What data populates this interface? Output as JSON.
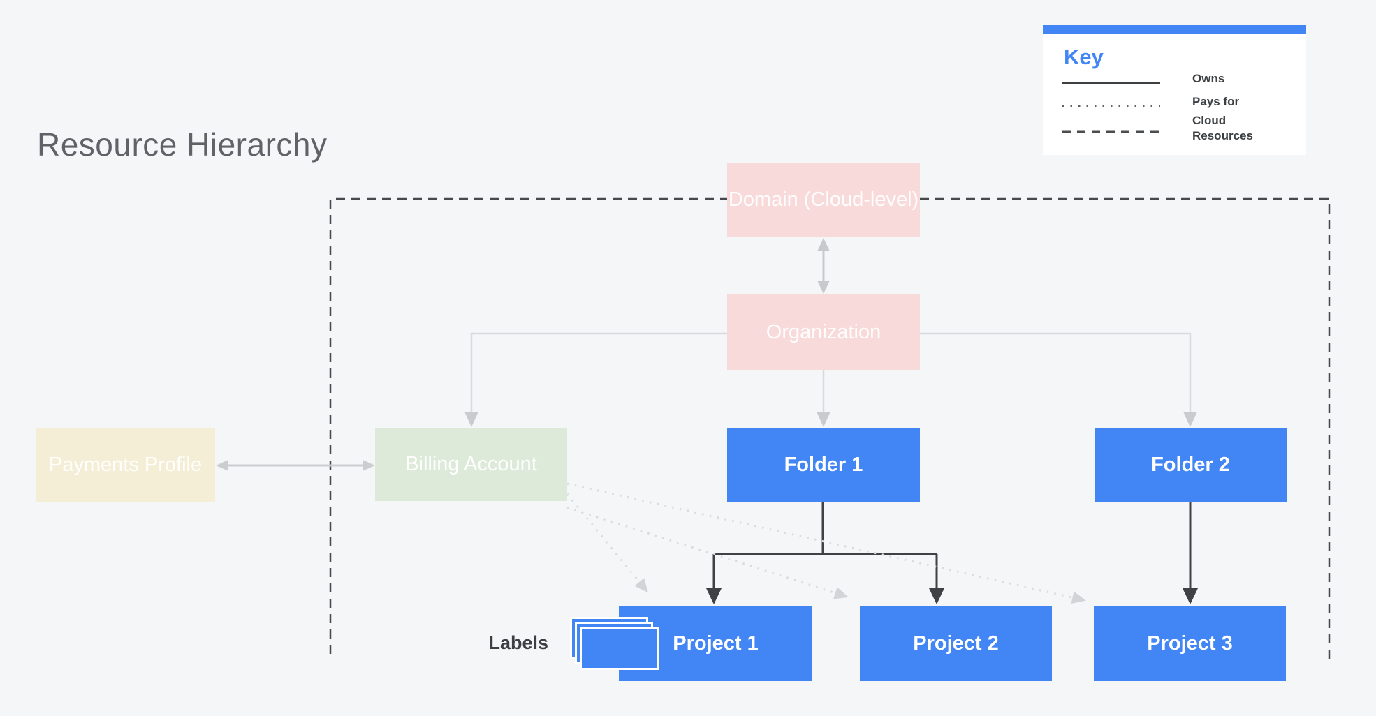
{
  "title": "Resource Hierarchy",
  "key": {
    "heading": "Key",
    "items": [
      {
        "line_style": "solid",
        "label": "Owns"
      },
      {
        "line_style": "dotted",
        "label": "Pays for"
      },
      {
        "line_style": "dashed",
        "label": "Cloud Resources"
      }
    ]
  },
  "nodes": {
    "domain": {
      "label": "Domain (Cloud-level)",
      "color": "#f8dada"
    },
    "organization": {
      "label": "Organization",
      "color": "#f8dada"
    },
    "payments_profile": {
      "label": "Payments Profile",
      "color": "#f5eed6"
    },
    "billing_account": {
      "label": "Billing Account",
      "color": "#ddeada"
    },
    "folder1": {
      "label": "Folder 1",
      "color": "#4285f4"
    },
    "folder2": {
      "label": "Folder 2",
      "color": "#4285f4"
    },
    "project1": {
      "label": "Project 1",
      "color": "#4285f4"
    },
    "project2": {
      "label": "Project 2",
      "color": "#4285f4"
    },
    "project3": {
      "label": "Project 3",
      "color": "#4285f4"
    }
  },
  "annotations": {
    "labels_caption": "Labels"
  },
  "colors": {
    "background": "#f4f6f8",
    "accent_blue": "#4285f4",
    "pink": "#f8dada",
    "green": "#ddeada",
    "cream": "#f5eed6",
    "title_grey": "#5f6368",
    "dark_line": "#3f4245",
    "grey_arrow": "#c9cbce",
    "light_line": "#d8dadd",
    "dotted_line": "#d9dbde"
  }
}
